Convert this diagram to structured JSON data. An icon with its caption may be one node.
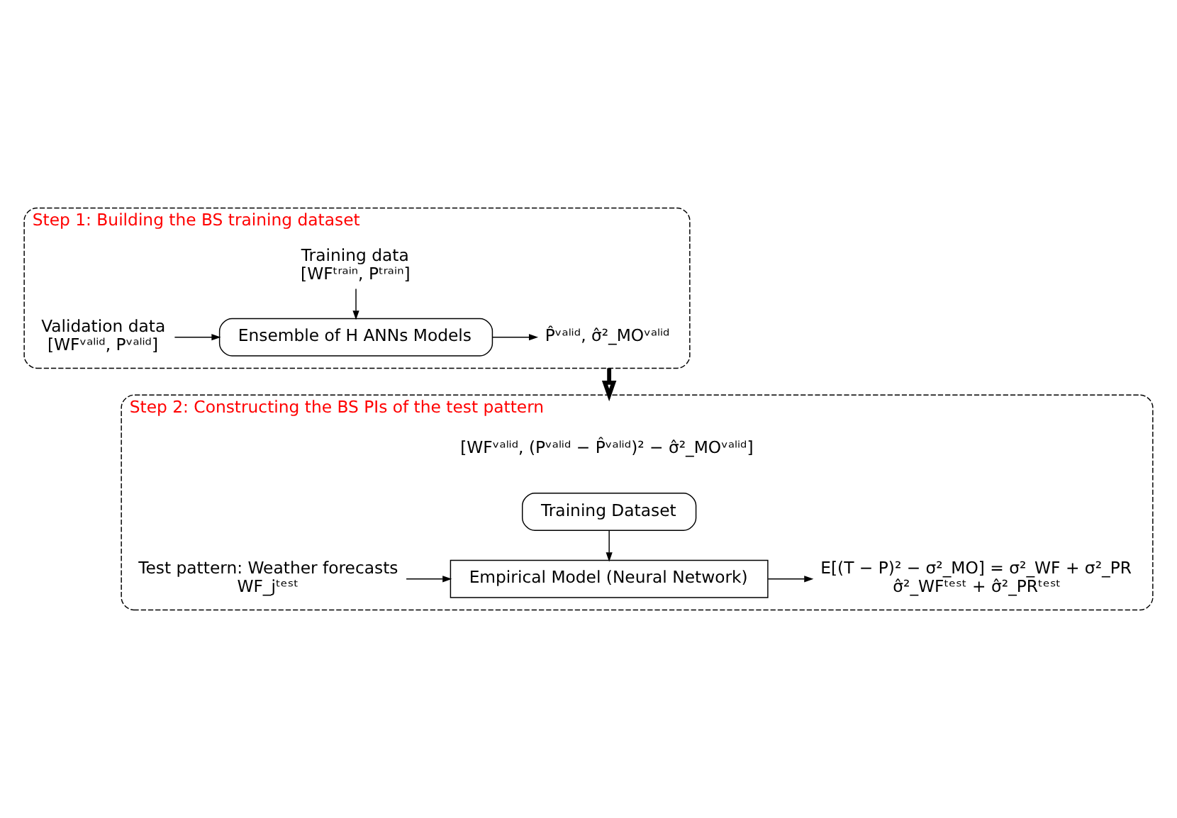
{
  "diagram": {
    "nodes": [
      {
        "text": [
          "Step 1: Building the BS training dataset"
        ]
      },
      {
        "text": [
          "Training data",
          "[WFᵗʳᵃⁱⁿ, Pᵗʳᵃⁱⁿ]"
        ],
        "in": 0
      },
      {
        "text": [
          "Validation data",
          "[WFᵛᵃˡⁱᵈ, Pᵛᵃˡⁱᵈ]"
        ],
        "in": 0
      },
      {
        "text": [
          "Ensemble of H ANNs Models"
        ],
        "in": 0
      },
      {
        "text": [
          "P̂ᵛᵃˡⁱᵈ, σ̂²_MOᵛᵃˡⁱᵈ"
        ],
        "in": 0
      },
      {
        "text": [
          "Step 2: Constructing the BS PIs of the test pattern"
        ]
      },
      {
        "text": [
          "[WFᵛᵃˡⁱᵈ, (Pᵛᵃˡⁱᵈ − P̂ᵛᵃˡⁱᵈ)² − σ̂²_MOᵛᵃˡⁱᵈ]"
        ],
        "in": 5
      },
      {
        "text": [
          "Training Dataset"
        ],
        "in": 5
      },
      {
        "text": [
          "Test pattern: Weather forecasts",
          "WF_jᵗᵉˢᵗ"
        ],
        "in": 5
      },
      {
        "text": [
          "Empirical Model (Neural Network)"
        ],
        "in": 5
      },
      {
        "text": [
          "E[(T − P)² − σ²_MO] = σ²_WF + σ²_PR",
          "σ̂²_WFᵗᵉˢᵗ + σ̂²_PRᵗᵉˢᵗ"
        ],
        "in": 5
      }
    ],
    "edges": [
      {
        "from": 1,
        "to": 3,
        "arrow": "to"
      },
      {
        "from": 2,
        "to": 3,
        "arrow": "to"
      },
      {
        "from": 3,
        "to": 4,
        "arrow": "to"
      },
      {
        "from": 0,
        "to": 5,
        "arrow": "to",
        "style": "thick"
      },
      {
        "from": 7,
        "to": 9,
        "arrow": "to"
      },
      {
        "from": 8,
        "to": 9,
        "arrow": "to"
      },
      {
        "from": 9,
        "to": 10,
        "arrow": "to"
      }
    ]
  }
}
